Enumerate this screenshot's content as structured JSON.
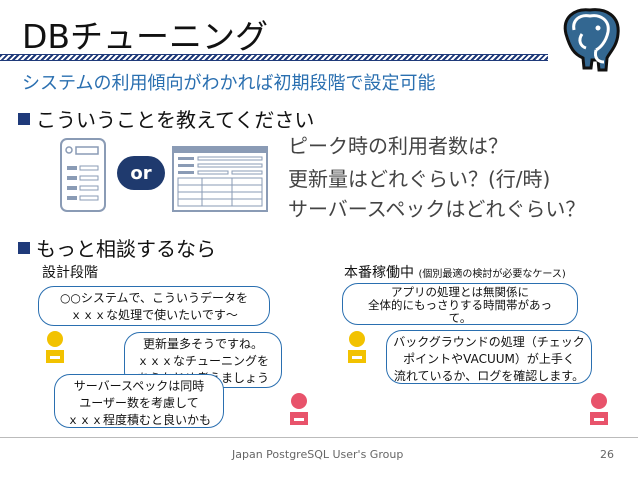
{
  "slide": {
    "title": "DBチューニング",
    "subtitle": "システムの利用傾向がわかれば初期段階で設定可能",
    "bullet1": "こういうことを教えてください",
    "or_label": "or",
    "questions": [
      "ピーク時の利用者数は？",
      "更新量はどれぐらい？(行/時)",
      "サーバースペックはどれぐらい？"
    ],
    "bullet2": "もっと相談するなら",
    "design_phase": "設計段階",
    "production_label": "本番稼働中",
    "production_note": "(個別最適の検討が必要なケース)",
    "design_callouts": [
      "○○システムで、こういうデータを\nｘｘｘな処理で使いたいです〜",
      "更新量多そうですね。\nｘｘｘなチューニングを\nあらかじめ考えましょう",
      "サーバースペックは同時\nユーザー数を考慮して\nｘｘｘ程度積むと良いかも"
    ],
    "production_callouts": [
      "アプリの処理とは無関係に\n全体的にもっさりする時間帯があっ\nて。",
      "バックグラウンドの処理（チェック\nポイントやVACUUM）が上手く\n流れているか、ログを確認します。"
    ]
  },
  "footer": {
    "group": "Japan PostgreSQL User's Group",
    "page_number": "26"
  },
  "icons": [
    "postgresql-elephant-logo",
    "phone-icon",
    "desktop-app-icon",
    "user-yellow-icon",
    "user-pink-icon"
  ],
  "colors": {
    "accent_blue": "#2a6fb0",
    "dark_navy": "#1f3a6e",
    "user_yellow": "#f2c200",
    "user_pink": "#e8536b"
  }
}
